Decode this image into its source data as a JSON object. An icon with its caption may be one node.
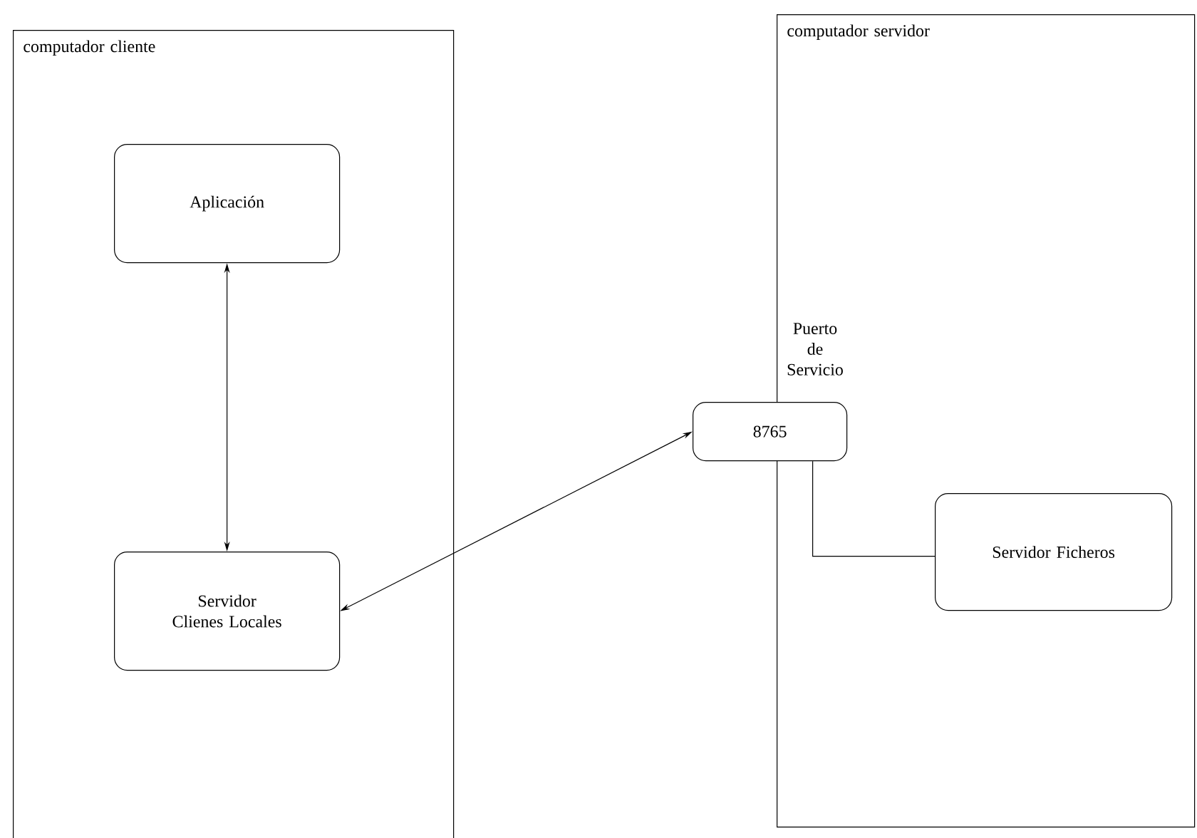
{
  "diagram": {
    "nodes": [
      {
        "text": [
          "computador cliente"
        ]
      },
      {
        "text": [
          "Aplicación"
        ],
        "in": 0
      },
      {
        "text": [
          "Servidor Clienes Locales"
        ],
        "in": 0
      },
      {
        "text": [
          "computador servidor"
        ]
      },
      {
        "text": [
          "8765"
        ],
        "beside": [
          "Puerto de Servicio"
        ]
      },
      {
        "text": [
          "Servidor Ficheros"
        ],
        "in": 3
      }
    ],
    "edges": [
      {
        "from": 1,
        "to": 2,
        "arrow": "both"
      },
      {
        "from": 2,
        "to": 4,
        "arrow": "both"
      },
      {
        "from": 4,
        "to": 5,
        "arrow": "none"
      }
    ]
  }
}
